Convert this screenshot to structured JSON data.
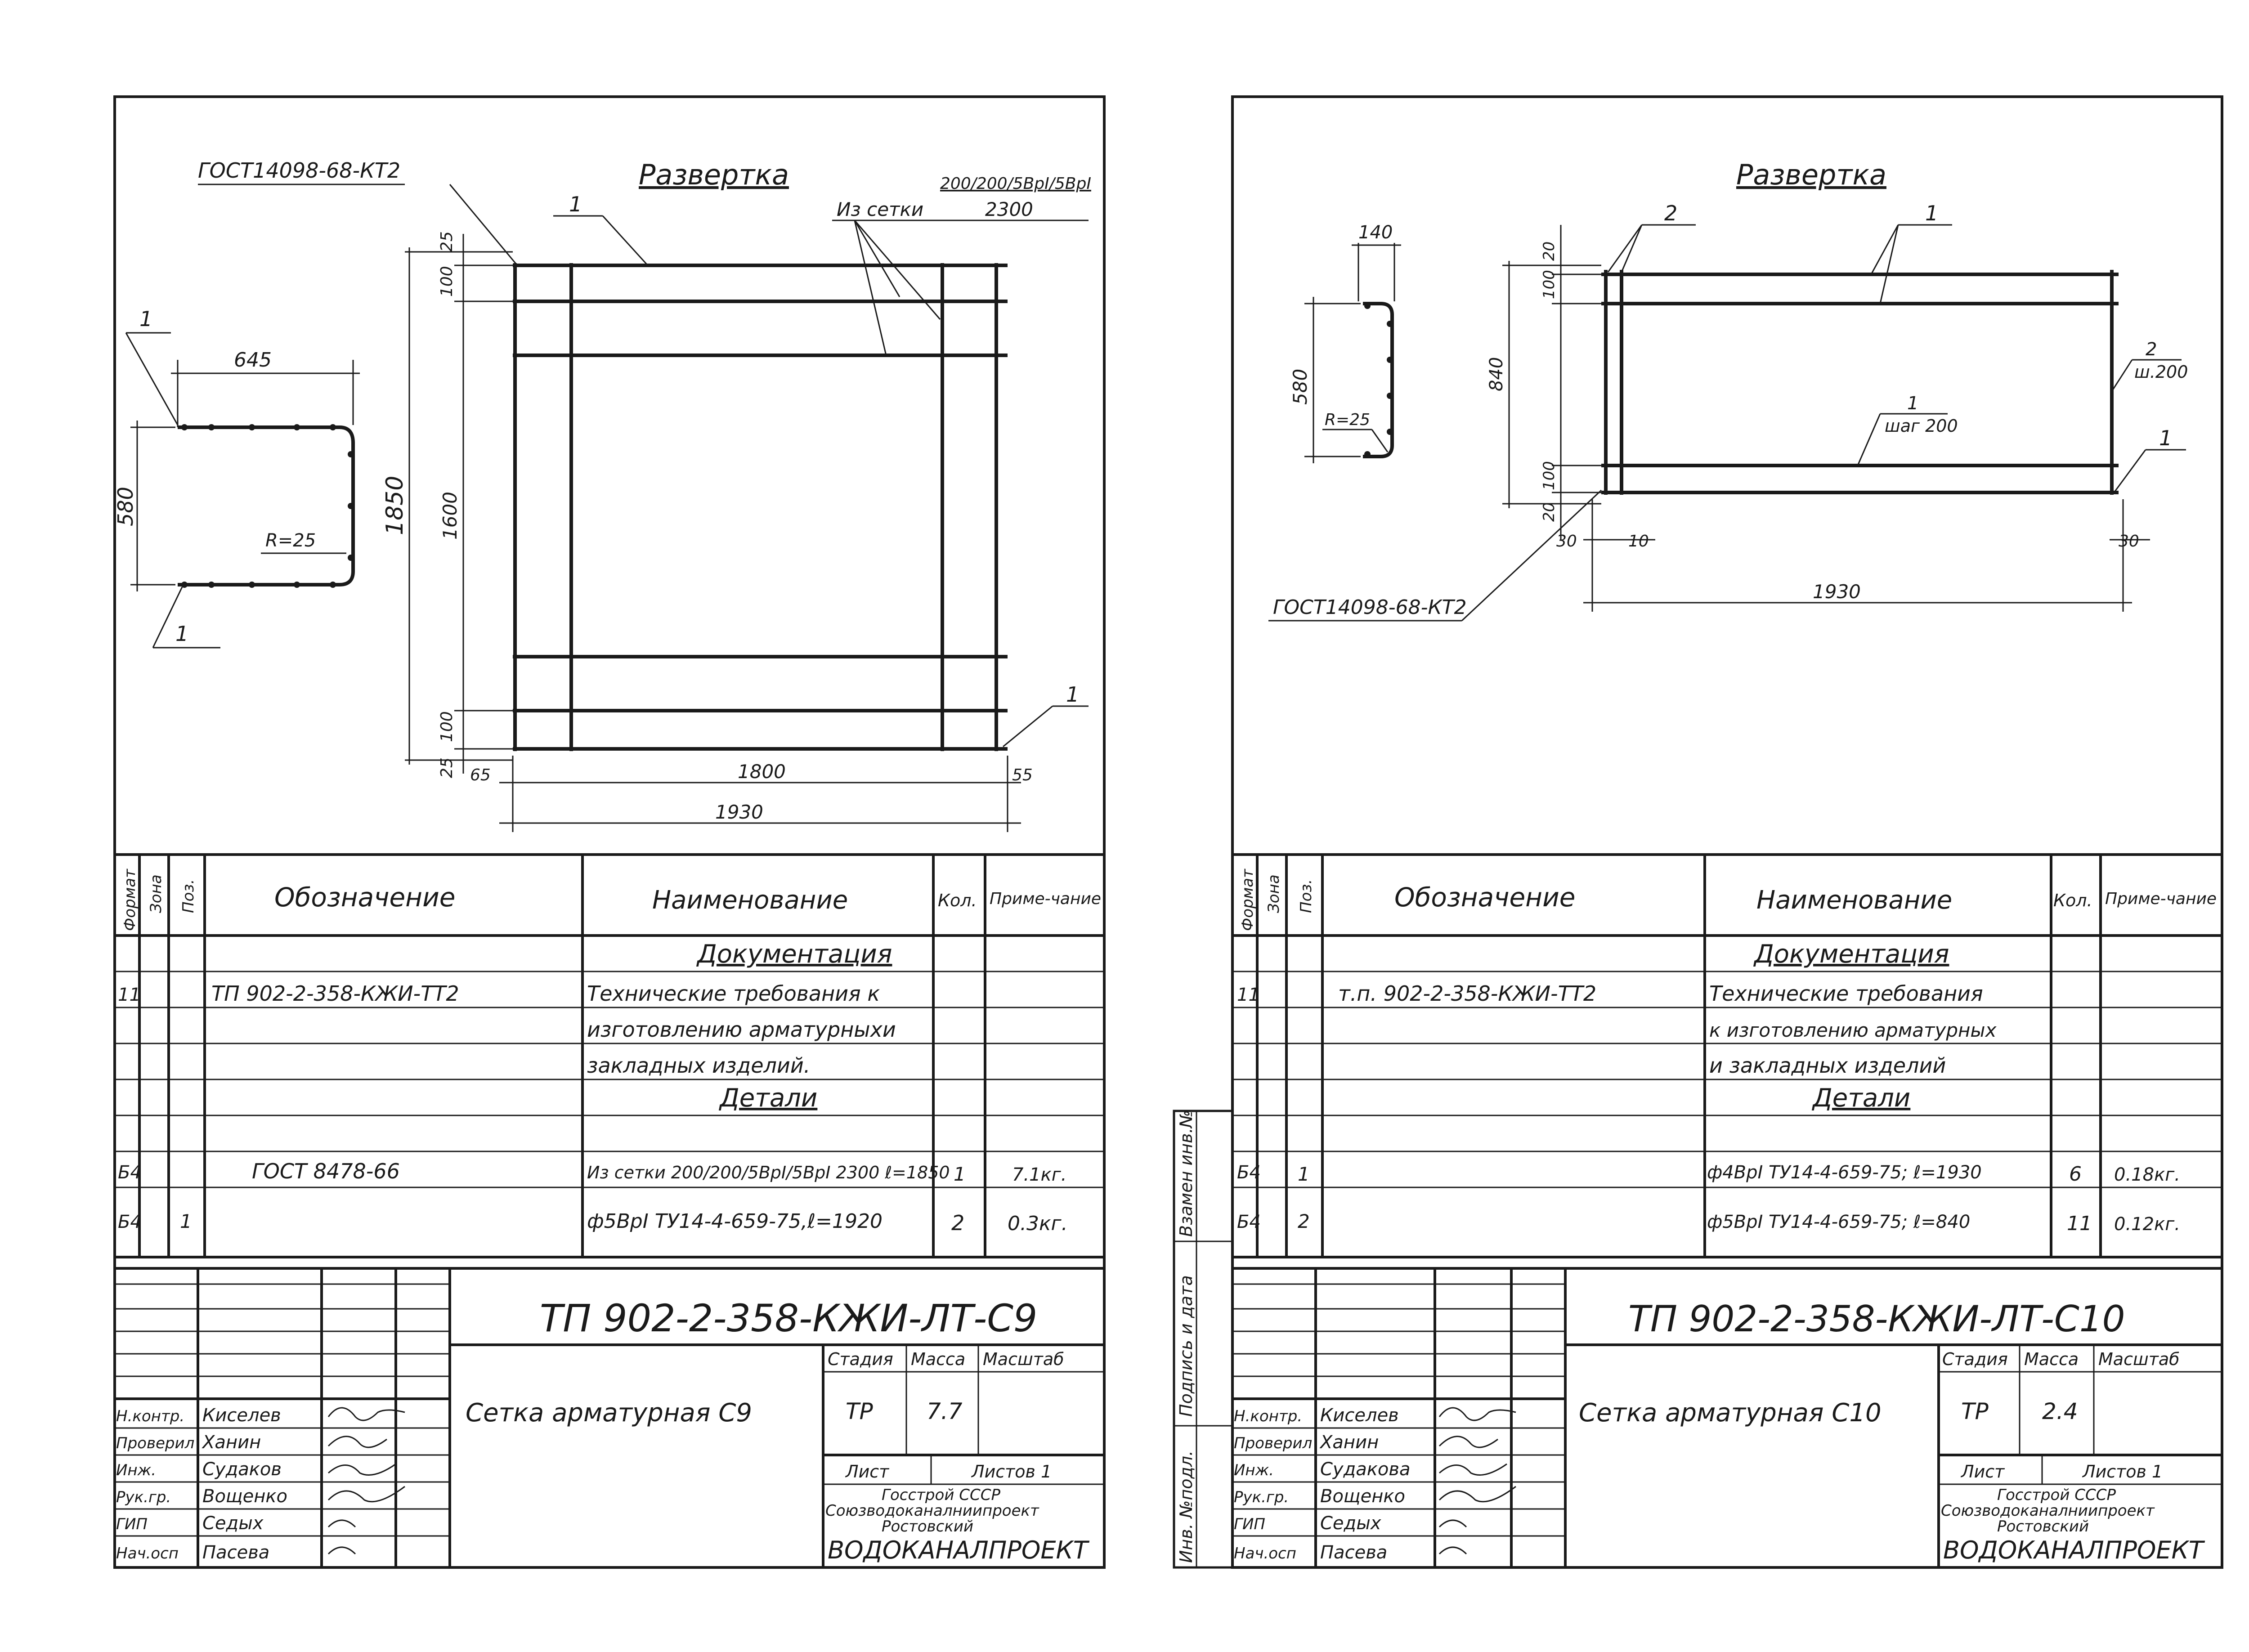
{
  "sheets": [
    {
      "drawing_title": "Развертка",
      "gost_mesh": "ГОСТ14098-68-КТ2",
      "mesh_spec_top": "200/200/5ВрI/5ВрI",
      "mesh_from": "Из сетки",
      "mesh_length": "2300",
      "profile": {
        "width": "645",
        "height": "580",
        "radius": "R=25",
        "pos_a": "1",
        "pos_b": "1"
      },
      "dims": {
        "top": "25",
        "edge": "100",
        "total_h": "1850",
        "middle": "1600",
        "edge_b": "100",
        "bottom": "25",
        "left": "65",
        "inner_w": "1800",
        "right": "55",
        "total_w": "1930"
      },
      "pos_top": "1",
      "pos_right": "1",
      "spec": {
        "headers": {
          "format": "Формат",
          "zone": "Зона",
          "pos": "Поз.",
          "designation": "Обозначение",
          "name": "Наименование",
          "qty": "Кол.",
          "note": "Приме-чание"
        },
        "sec_docs": "Документация",
        "sec_details": "Детали",
        "rows": [
          {
            "format": "11",
            "pos": "",
            "designation": "ТП 902-2-358-КЖИ-ТТ2",
            "name": "Технические требования к",
            "qty": "",
            "note": ""
          },
          {
            "format": "",
            "pos": "",
            "designation": "",
            "name": "изготовлению арматурныхи",
            "qty": "",
            "note": ""
          },
          {
            "format": "",
            "pos": "",
            "designation": "",
            "name": "закладных изделий.",
            "qty": "",
            "note": ""
          },
          {
            "format": "Б4",
            "pos": "",
            "designation": "ГОСТ 8478-66",
            "name": "Из сетки 200/200/5ВрI/5ВрI 2300   ℓ=1850",
            "qty": "1",
            "note": "7.1кг."
          },
          {
            "format": "Б4",
            "pos": "1",
            "designation": "",
            "name": "ф5ВрI ТУ14-4-659-75,ℓ=1920",
            "qty": "2",
            "note": "0.3кг."
          }
        ]
      },
      "title_block": {
        "code": "ТП 902-2-358-КЖИ-ЛТ-С9",
        "item_name": "Сетка арматурная С9",
        "col_stage": "Стадия",
        "col_mass": "Масса",
        "col_scale": "Масштаб",
        "stage": "ТР",
        "mass": "7.7",
        "scale": "",
        "sheet_label": "Лист",
        "sheets_label": "Листов 1",
        "org1": "Госстрой СССР",
        "org2": "Союзводоканалниипроект",
        "org3": "Ростовский",
        "org4": "ВОДОКАНАЛПРОЕКТ",
        "roles": [
          {
            "role": "Н.контр.",
            "name": "Киселев"
          },
          {
            "role": "Проверил",
            "name": "Ханин"
          },
          {
            "role": "Инж.",
            "name": "Судаков"
          },
          {
            "role": "Рук.гр.",
            "name": "Вощенко"
          },
          {
            "role": "ГИП",
            "name": "Седых"
          },
          {
            "role": "Нач.осп",
            "name": "Пасева"
          }
        ]
      }
    },
    {
      "drawing_title": "Развертка",
      "gost_mesh": "ГОСТ14098-68-КТ2",
      "profile": {
        "width": "140",
        "height": "580",
        "radius": "R=25"
      },
      "dims": {
        "top": "20",
        "edge": "100",
        "total_h": "840",
        "edge_b": "100",
        "bottom": "20",
        "left": "30",
        "left2": "10",
        "right": "30",
        "total_w": "1930"
      },
      "pos_2": "2",
      "pos_1": "1",
      "step_2": "2",
      "step_2_val": "ш.200",
      "step_1": "1",
      "step_1_val": "шаг 200",
      "pos_right": "1",
      "side_stamp": [
        "Инв. №подл.",
        "Подпись и дата",
        "Взамен инв.№"
      ],
      "spec": {
        "headers": {
          "format": "Формат",
          "zone": "Зона",
          "pos": "Поз.",
          "designation": "Обозначение",
          "name": "Наименование",
          "qty": "Кол.",
          "note": "Приме-чание"
        },
        "sec_docs": "Документация",
        "sec_details": "Детали",
        "rows": [
          {
            "format": "11",
            "pos": "",
            "designation": "т.п. 902-2-358-КЖИ-ТТ2",
            "name": "Технические требования",
            "qty": "",
            "note": ""
          },
          {
            "format": "",
            "pos": "",
            "designation": "",
            "name": "к изготовлению арматурных",
            "qty": "",
            "note": ""
          },
          {
            "format": "",
            "pos": "",
            "designation": "",
            "name": "и закладных изделий",
            "qty": "",
            "note": ""
          },
          {
            "format": "Б4",
            "pos": "1",
            "designation": "",
            "name": "ф4ВрI ТУ14-4-659-75; ℓ=1930",
            "qty": "6",
            "note": "0.18кг."
          },
          {
            "format": "Б4",
            "pos": "2",
            "designation": "",
            "name": "ф5ВрI ТУ14-4-659-75; ℓ=840",
            "qty": "11",
            "note": "0.12кг."
          }
        ]
      },
      "title_block": {
        "code": "ТП 902-2-358-КЖИ-ЛТ-С10",
        "item_name": "Сетка арматурная С10",
        "col_stage": "Стадия",
        "col_mass": "Масса",
        "col_scale": "Масштаб",
        "stage": "ТР",
        "mass": "2.4",
        "scale": "",
        "sheet_label": "Лист",
        "sheets_label": "Листов 1",
        "org1": "Госстрой СССР",
        "org2": "Союзводоканалниипроект",
        "org3": "Ростовский",
        "org4": "ВОДОКАНАЛПРОЕКТ",
        "roles": [
          {
            "role": "Н.контр.",
            "name": "Киселев"
          },
          {
            "role": "Проверил",
            "name": "Ханин"
          },
          {
            "role": "Инж.",
            "name": "Судакова"
          },
          {
            "role": "Рук.гр.",
            "name": "Вощенко"
          },
          {
            "role": "ГИП",
            "name": "Седых"
          },
          {
            "role": "Нач.осп",
            "name": "Пасева"
          }
        ]
      }
    }
  ]
}
